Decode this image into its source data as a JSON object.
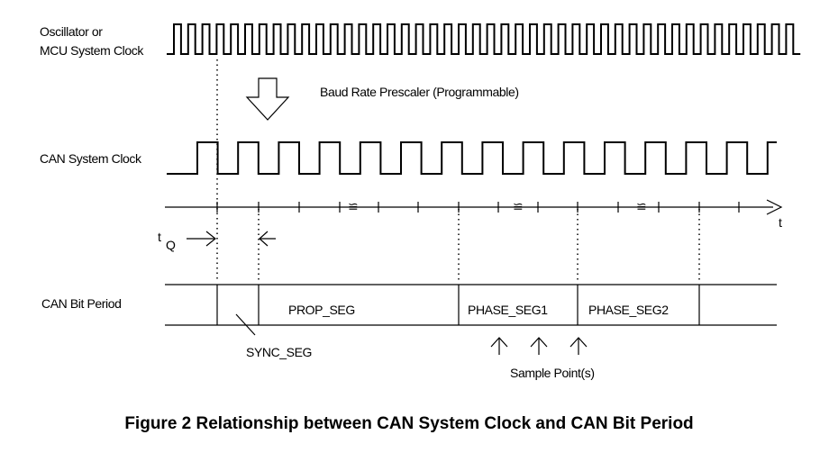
{
  "signals": {
    "oscillator_label_line1": "Oscillator or",
    "oscillator_label_line2": "MCU System Clock",
    "can_clock_label": "CAN System Clock",
    "bit_period_label": "CAN Bit Period"
  },
  "prescaler": {
    "label": "Baud Rate Prescaler (Programmable)"
  },
  "time_axis": {
    "t_label": "t",
    "tq_t": "t",
    "tq_sub": "Q",
    "break_mark": "≌"
  },
  "segments": {
    "sync": "SYNC_SEG",
    "prop": "PROP_SEG",
    "phase1": "PHASE_SEG1",
    "phase2": "PHASE_SEG2"
  },
  "sample_points": {
    "label": "Sample Point(s)",
    "count": 3
  },
  "caption": {
    "text": "Figure 2  Relationship between CAN System Clock and CAN Bit Period"
  }
}
